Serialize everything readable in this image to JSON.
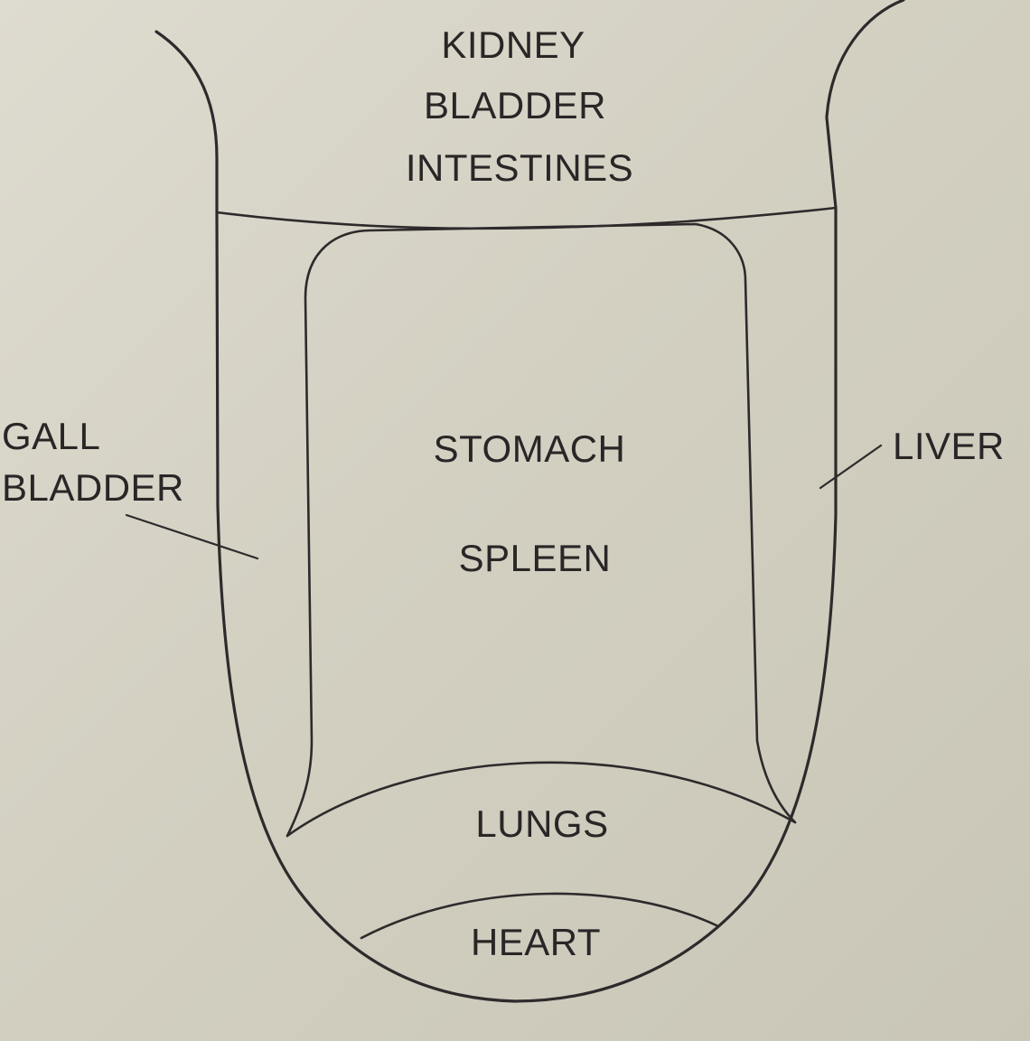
{
  "regions": {
    "top": [
      "KIDNEY",
      "BLADDER",
      "INTESTINES"
    ],
    "center": [
      "STOMACH",
      "SPLEEN"
    ],
    "lungs": "LUNGS",
    "heart": "HEART"
  },
  "callouts": {
    "left": [
      "GALL",
      "BLADDER"
    ],
    "right": "LIVER"
  },
  "colors": {
    "paper": "#d6d3c5",
    "ink": "#2e2a2c"
  }
}
